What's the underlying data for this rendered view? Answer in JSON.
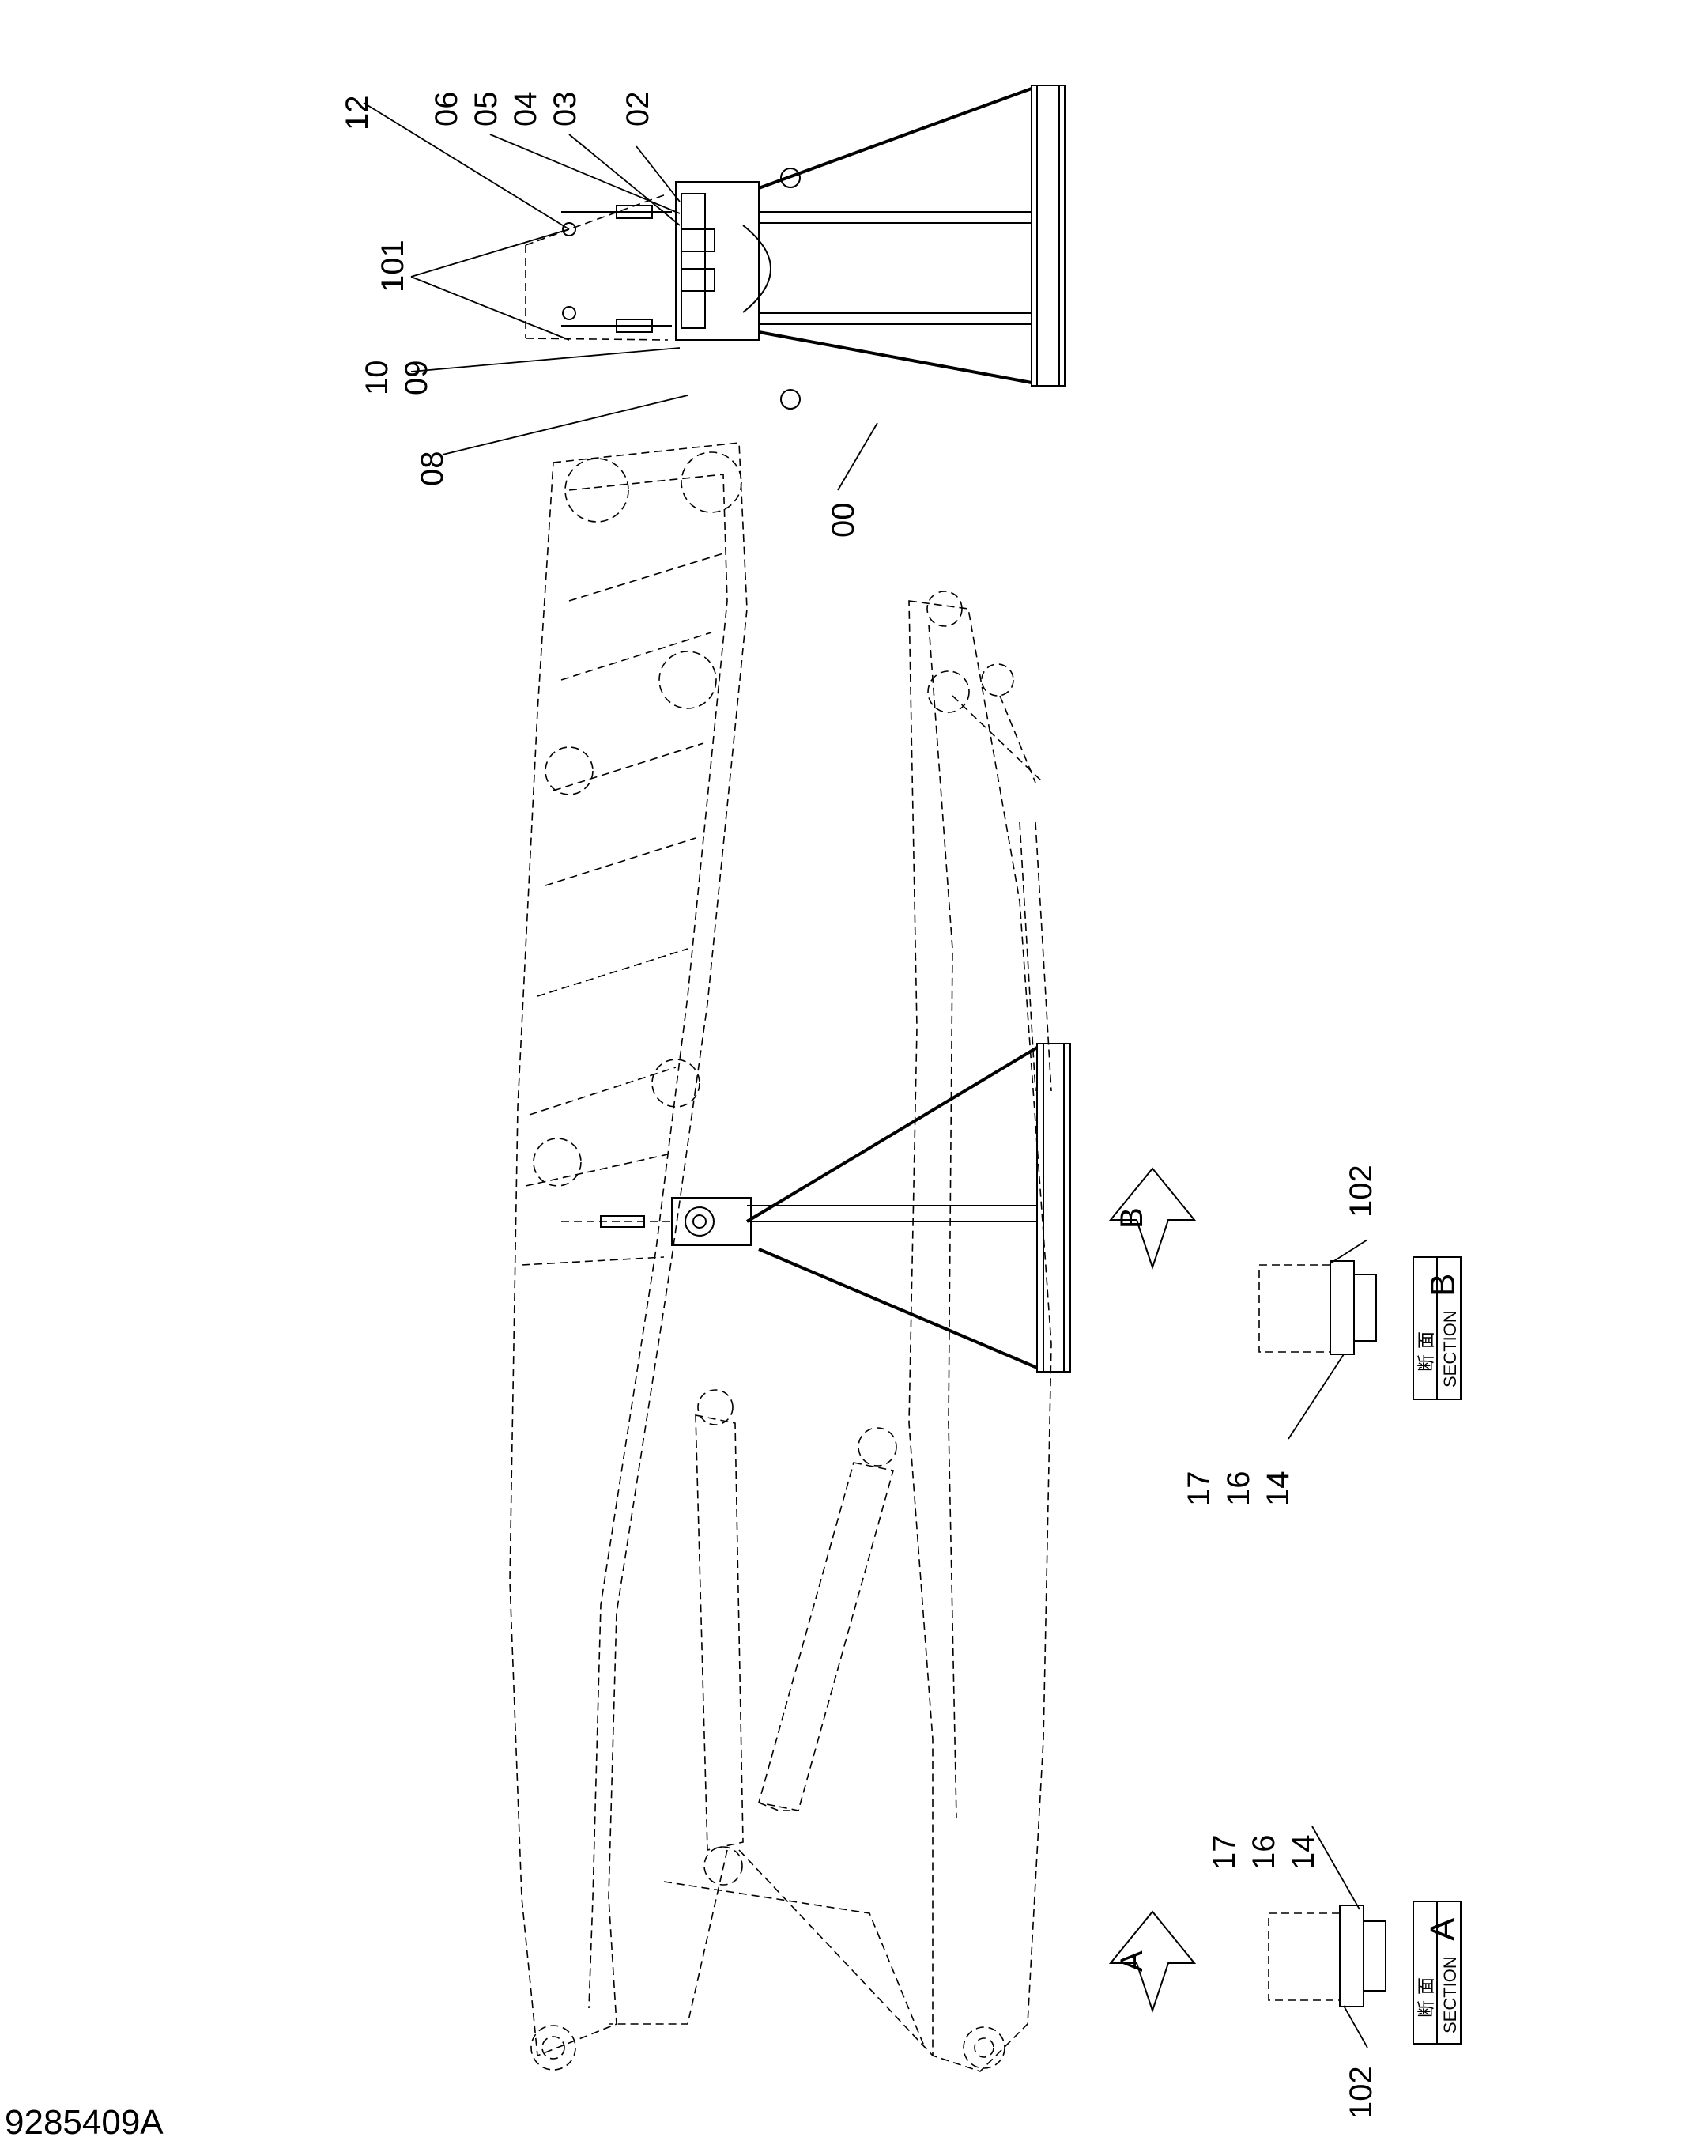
{
  "part_labels": {
    "p12": "12",
    "p06": "06",
    "p05": "05",
    "p04": "04",
    "p03": "03",
    "p02": "02",
    "p101": "101",
    "p10": "10",
    "p09": "09",
    "p08": "08",
    "p00": "00",
    "sec_b_102": "102",
    "sec_b_17": "17",
    "sec_b_16": "16",
    "sec_b_14": "14",
    "sec_a_17": "17",
    "sec_a_16": "16",
    "sec_a_14": "14",
    "sec_a_102": "102"
  },
  "views": {
    "a": "A",
    "b": "B"
  },
  "sections": {
    "b": {
      "jp": "断 面",
      "en": "SECTION",
      "letter": "B"
    },
    "a": {
      "jp": "断 面",
      "en": "SECTION",
      "letter": "A"
    }
  },
  "drawing_id": "9285409A"
}
